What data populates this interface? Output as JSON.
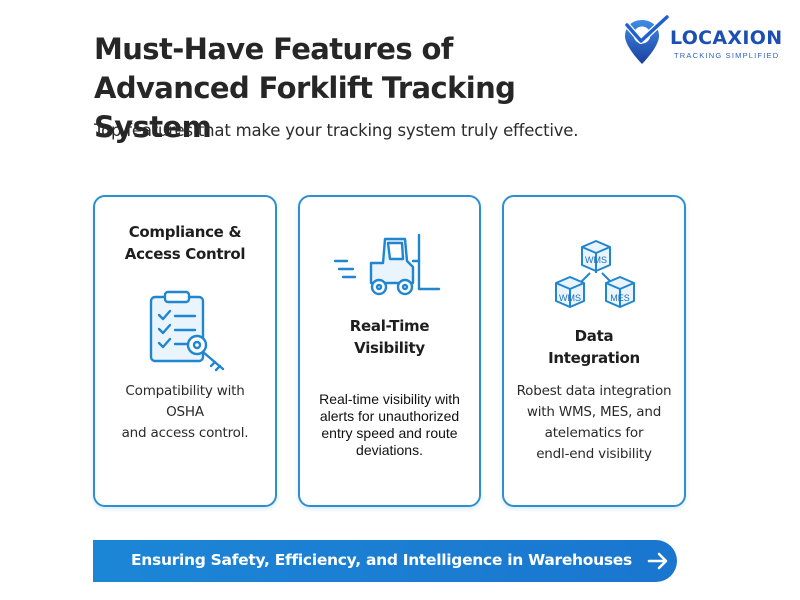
{
  "header": {
    "title": "Must-Have Features of Advanced Forklift Tracking System",
    "subtitle": "Top features that make your tracking system truly effective."
  },
  "brand": {
    "name": "LOCAXION",
    "tagline": "TRACKING SIMPLIFIED",
    "color": "#1c4fb3",
    "accent_color": "#2e8fd0"
  },
  "cards": [
    {
      "heading": "Compliance &\nAccess Control",
      "icon": "clipboard-key-icon",
      "body": "Compatibility with\nOSHA\nand access control."
    },
    {
      "heading": "Real-Time\nVisibility",
      "icon": "forklift-icon",
      "body": "Real-time visibility with alerts for unauthorized entry speed and route deviations."
    },
    {
      "heading": "Data\nIntegration",
      "icon": "data-cubes-icon",
      "icon_labels": [
        "WMS",
        "WMS",
        "MES"
      ],
      "body": "Robest data integration\nwith WMS, MES, and\natelematics for\nendl-end visibility"
    }
  ],
  "banner": {
    "text": "Ensuring Safety, Efficiency, and Intelligence in Warehouses",
    "icon": "arrow-right-icon",
    "color": "#1c86d6"
  }
}
